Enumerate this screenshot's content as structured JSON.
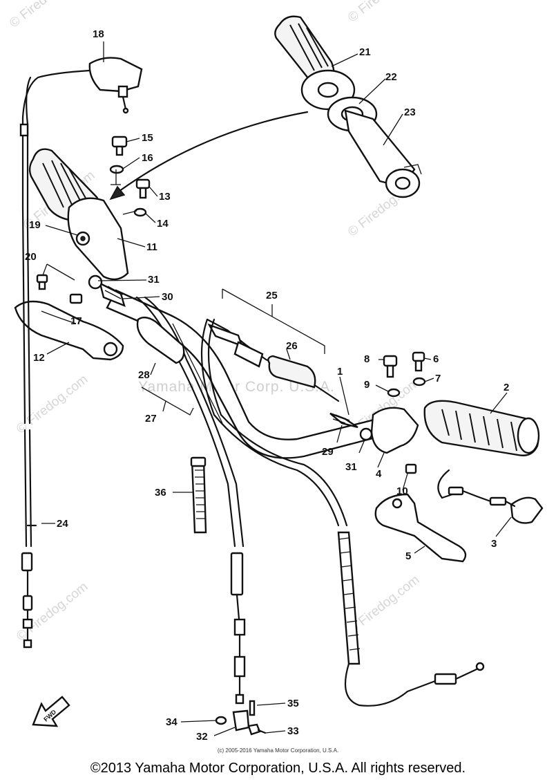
{
  "diagram": {
    "watermark_text": "© Firedog.com",
    "center_watermark": "Yamaha Motor Corp. U.S.A.",
    "direction_label": "FWD",
    "fine_copyright": "(c) 2005-2016 Yamaha Motor Corporation, U.S.A.",
    "main_copyright": "©2013 Yamaha Motor Corporation, U.S.A. All rights reserved.",
    "callouts": [
      "1",
      "2",
      "3",
      "4",
      "5",
      "6",
      "7",
      "8",
      "9",
      "10",
      "11",
      "12",
      "13",
      "14",
      "15",
      "16",
      "17",
      "18",
      "19",
      "20",
      "21",
      "22",
      "23",
      "24",
      "25",
      "26",
      "27",
      "28",
      "29",
      "30",
      "31",
      "31",
      "32",
      "33",
      "34",
      "35",
      "36"
    ]
  }
}
